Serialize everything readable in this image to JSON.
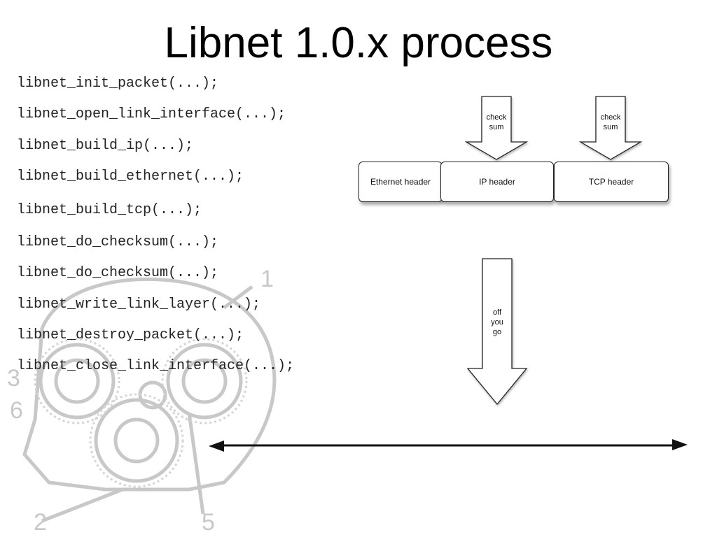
{
  "title": "Libnet 1.0.x process",
  "code_lines": [
    "libnet_init_packet(...);",
    "libnet_open_link_interface(...);",
    "libnet_build_ip(...);",
    "libnet_build_ethernet(...);",
    "libnet_build_tcp(...);",
    "libnet_do_checksum(...);",
    "libnet_do_checksum(...);",
    "libnet_write_link_layer(...);",
    "libnet_destroy_packet(...);",
    "libnet_close_link_interface(...);"
  ],
  "packet_boxes": [
    "Ethernet header",
    "IP header",
    "TCP header"
  ],
  "checksum_arrows": [
    "check\nsum",
    "check\nsum"
  ],
  "send_arrow": "off\nyou\ngo",
  "logo_numbers": [
    "1",
    "3",
    "6",
    "2",
    "5"
  ],
  "colors": {
    "logo": "#c8c8c8",
    "stroke": "#222222"
  }
}
